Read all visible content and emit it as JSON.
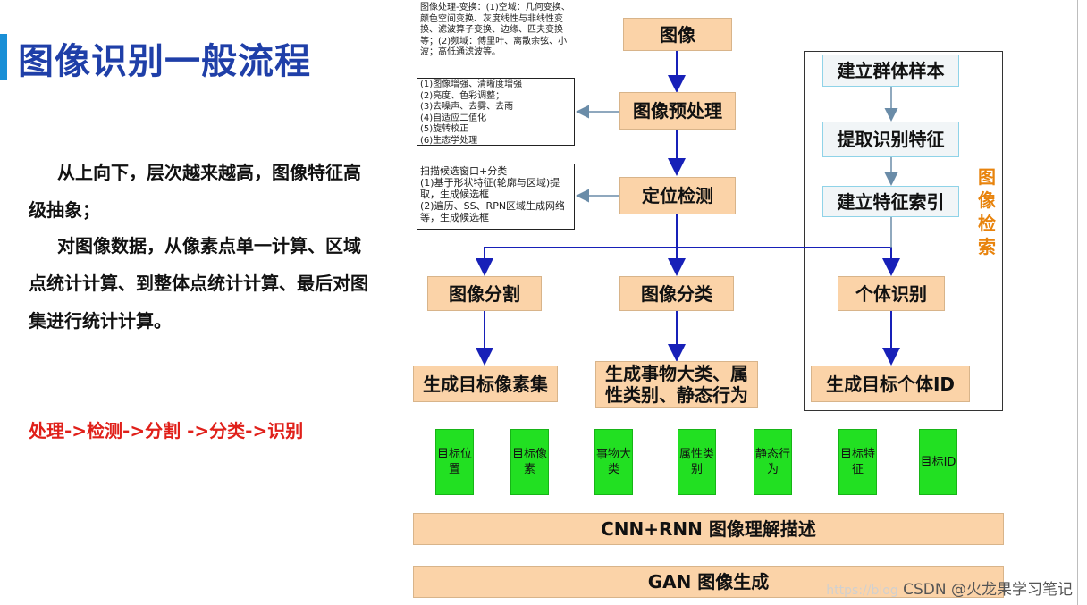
{
  "title": "图像识别一般流程",
  "paragraphs": [
    "从上向下，层次越来越高，图像特征高级抽象；",
    "对图像数据，从像素点单一计算、区域点统计计算、到整体点统计计算、最后对图集进行统计计算。"
  ],
  "flow_text": "处理->检测->分割 ->分类->识别",
  "notes": {
    "transform": "图像处理-变换：(1)空域：几何变换、颜色空间变换、灰度线性与非线性变换、滤波算子变换、边缘、匹夫变换等；(2)频域：傅里叶、离散余弦、小波；高低通滤波等。",
    "preprocess_lines": [
      "(1)图像增强、清晰度增强",
      "(2)亮度、色彩调整；",
      "(3)去噪声、去雾、去雨",
      "(4)自适应二值化",
      "(5)旋转校正",
      "(6)生态学处理"
    ],
    "detect_lines": [
      "扫描候选窗口+分类",
      "(1)基于形状特征(轮廓与区域)提取，生成候选框",
      "(2)遍历、SS、RPN区域生成网络等，生成候选框"
    ]
  },
  "nodes": {
    "image": "图像",
    "preprocess": "图像预处理",
    "locate": "定位检测",
    "segment": "图像分割",
    "classify": "图像分类",
    "individual": "个体识别",
    "seg_out": "生成目标像素集",
    "cls_out": "生成事物大类、属性类别、静态行为",
    "ind_out": "生成目标个体ID"
  },
  "retrieval": {
    "label": "图像检索",
    "steps": [
      "建立群体样本",
      "提取识别特征",
      "建立特征索引"
    ]
  },
  "outputs": [
    "目标位置",
    "目标像素",
    "事物大类",
    "属性类别",
    "静态行为",
    "目标特征",
    "目标ID"
  ],
  "bottom_bars": [
    "CNN+RNN 图像理解描述",
    "GAN 图像生成"
  ],
  "watermark": {
    "faint": "https://blog",
    "text": "CSDN @火龙果学习笔记"
  },
  "colors": {
    "title": "#1f3fa8",
    "box": "#fbd3a8",
    "green": "#22e022",
    "arrow": "#1720b8",
    "retrieval_label": "#e8830c",
    "flow_text": "#e0201a"
  }
}
